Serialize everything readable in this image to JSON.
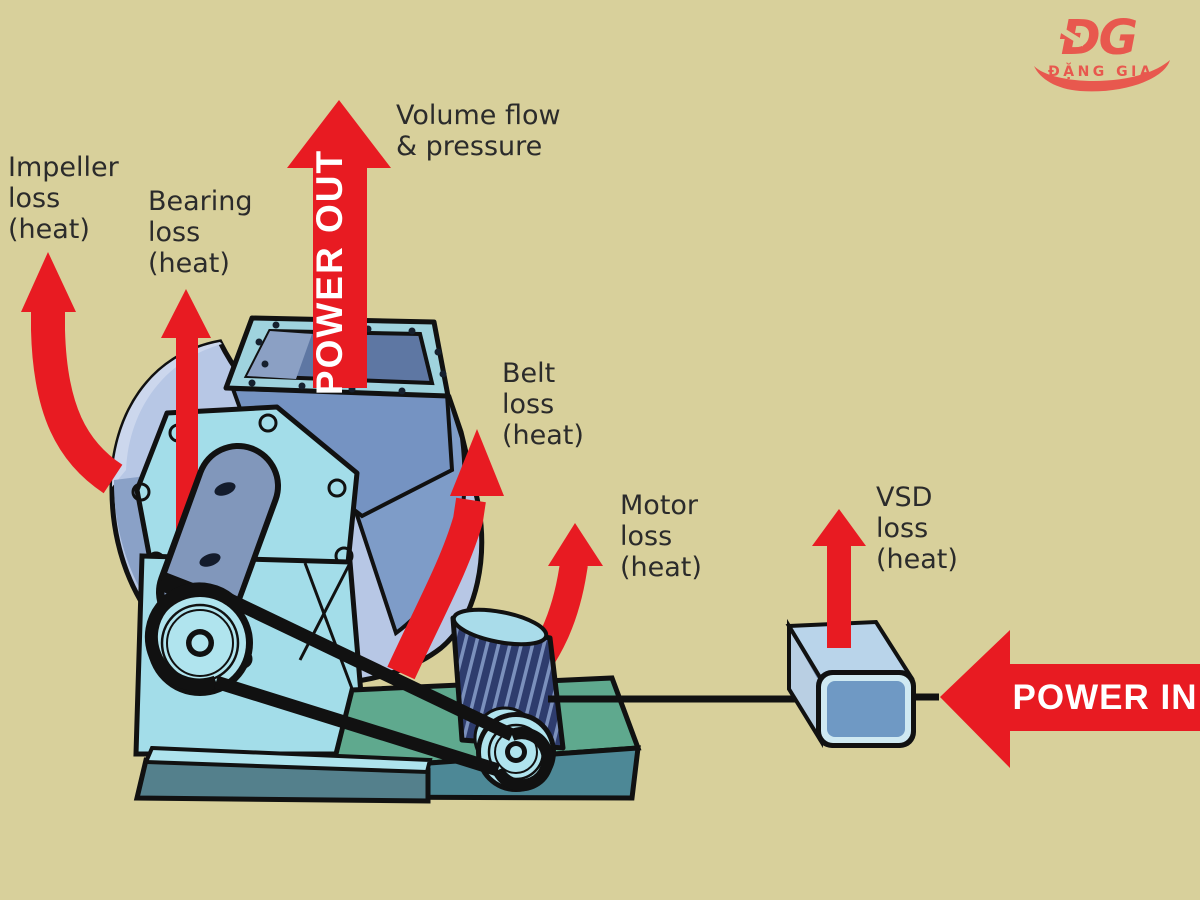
{
  "page": {
    "background_color": "#d8d09b",
    "accent_red": "#e81b22",
    "logo_coral": "#e8584e",
    "machine_colors": {
      "housing_light": "#b7c7e5",
      "housing_mid": "#7e9cc8",
      "duct_interior": "#5e77a3",
      "bracket_cyan": "#a3dde9",
      "pulley_cyan": "#b0e4ee",
      "motor_navy": "#2e3c6d",
      "motor_base_green": "#5fa98e",
      "fan_base_teal": "#54808c",
      "vsd_front_blue": "#6f99c4"
    }
  },
  "labels": {
    "impeller_loss": [
      "Impeller",
      "loss",
      "(heat)"
    ],
    "bearing_loss": [
      "Bearing",
      "loss",
      "(heat)"
    ],
    "volume_flow": [
      "Volume flow",
      "& pressure"
    ],
    "belt_loss": [
      "Belt",
      "loss",
      "(heat)"
    ],
    "motor_loss": [
      "Motor",
      "loss",
      "(heat)"
    ],
    "vsd_loss": [
      "VSD",
      "loss",
      "(heat)"
    ]
  },
  "arrows": {
    "power_out": "POWER OUT",
    "power_in": "POWER IN"
  },
  "logo": {
    "monogram": "ĐG",
    "company": "ĐẶNG GIA"
  }
}
